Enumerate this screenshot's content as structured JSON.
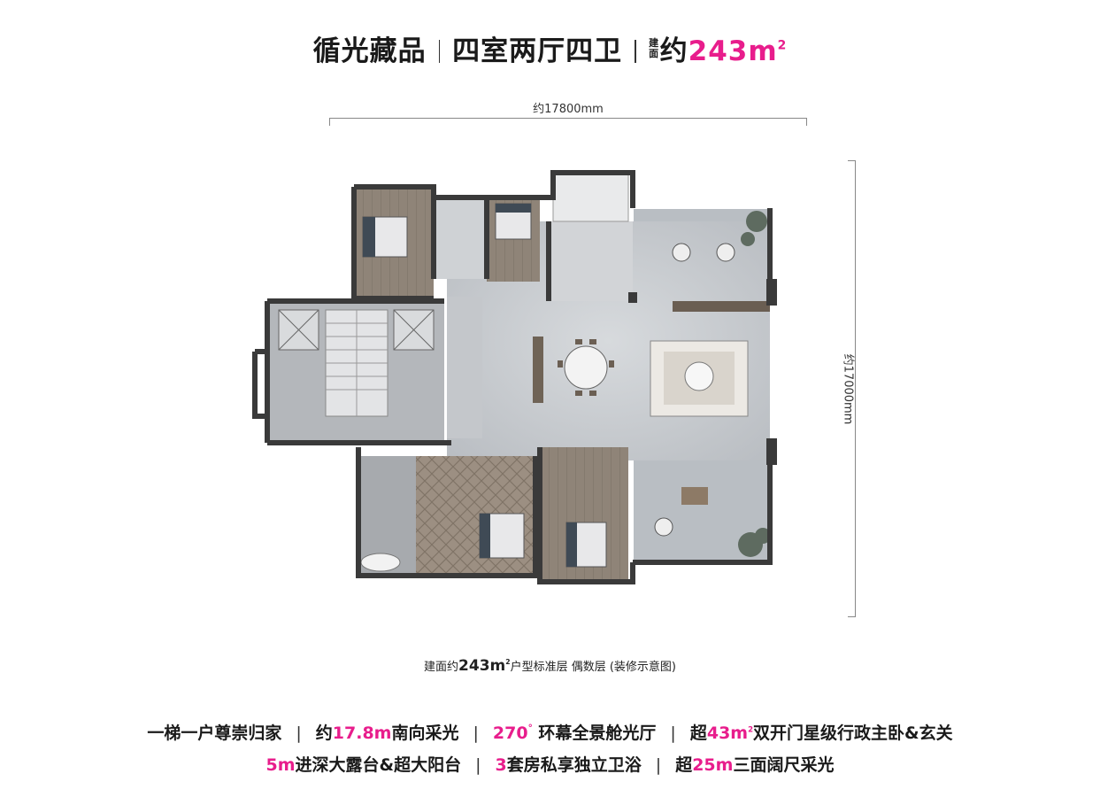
{
  "title": {
    "series": "循光藏品",
    "layout": "四室两厅四卫",
    "area_prefix_top": "建",
    "area_prefix_bottom": "面",
    "area_about": "约",
    "area_value": "243m",
    "area_sup": "2"
  },
  "dimensions": {
    "width_label": "约17800mm",
    "depth_label": "约17000mm"
  },
  "caption": {
    "prefix": "建面约",
    "area": "243m",
    "sup": "2",
    "rest": "户型标准层 偶数层 (装修示意图)"
  },
  "features": {
    "f1": "一梯一户尊崇归家",
    "f2_pre": "约",
    "f2_hl": "17.8m",
    "f2_post": "南向采光",
    "f3_hl": "270",
    "f3_deg": "°",
    "f3_post": " 环幕全景舱光厅",
    "f4_pre": "超",
    "f4_hl": "43m",
    "f4_sup": "2",
    "f4_post": "双开门星级行政主卧&玄关",
    "f5_hl": "5m",
    "f5_post": "进深大露台&超大阳台",
    "f6_hl": "3",
    "f6_post": "套房私享独立卫浴",
    "f7_pre": "超",
    "f7_hl": "25m",
    "f7_post": "三面阔尺采光",
    "separator": "|"
  },
  "colors": {
    "accent": "#e81d8c",
    "floor_marble": "#c9ccd0",
    "wall": "#3a3a3a",
    "terrace": "#b7bcc1",
    "wood": "#8a7763"
  }
}
